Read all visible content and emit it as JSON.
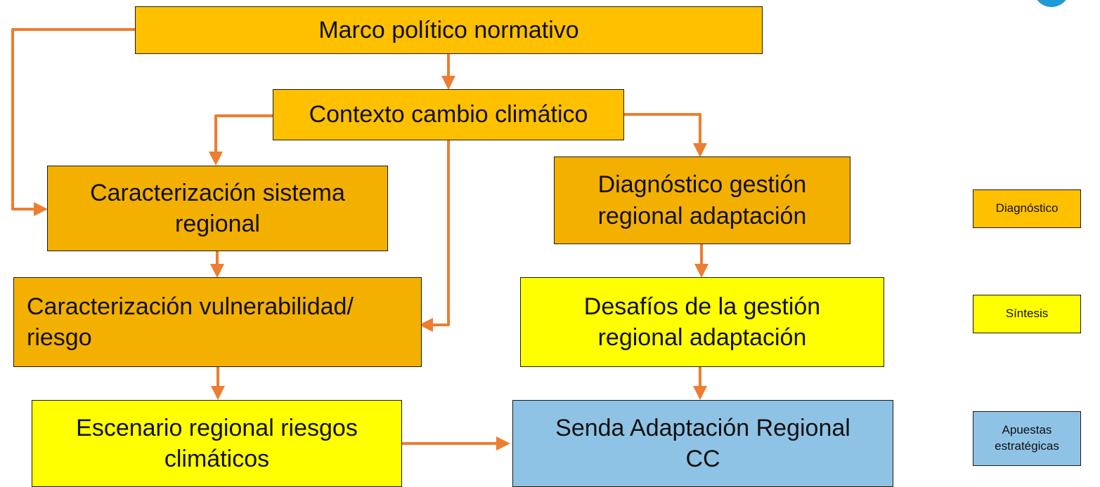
{
  "nodes": {
    "marco": "Marco político normativo",
    "contexto": "Contexto cambio climático",
    "caract_sistema": "Caracterización  sistema\nregional",
    "diag_gestion": "Diagnóstico gestión\nregional  adaptación",
    "caract_vuln": "Caracterización vulnerabilidad/\nriesgo",
    "desafios": "Desafíos de la gestión\nregional adaptación",
    "escenario": "Escenario regional riesgos\nclimáticos",
    "senda": "Senda Adaptación Regional\nCC"
  },
  "legend": {
    "diagnostico": "Diagnóstico",
    "sintesis": "Síntesis",
    "apuestas": "Apuestas\nestratégicas"
  },
  "colors": {
    "diagnostico": "#ffc000",
    "sintesis": "#ffff00",
    "apuestas": "#8fc3e6",
    "arrow": "#ed7d31"
  }
}
